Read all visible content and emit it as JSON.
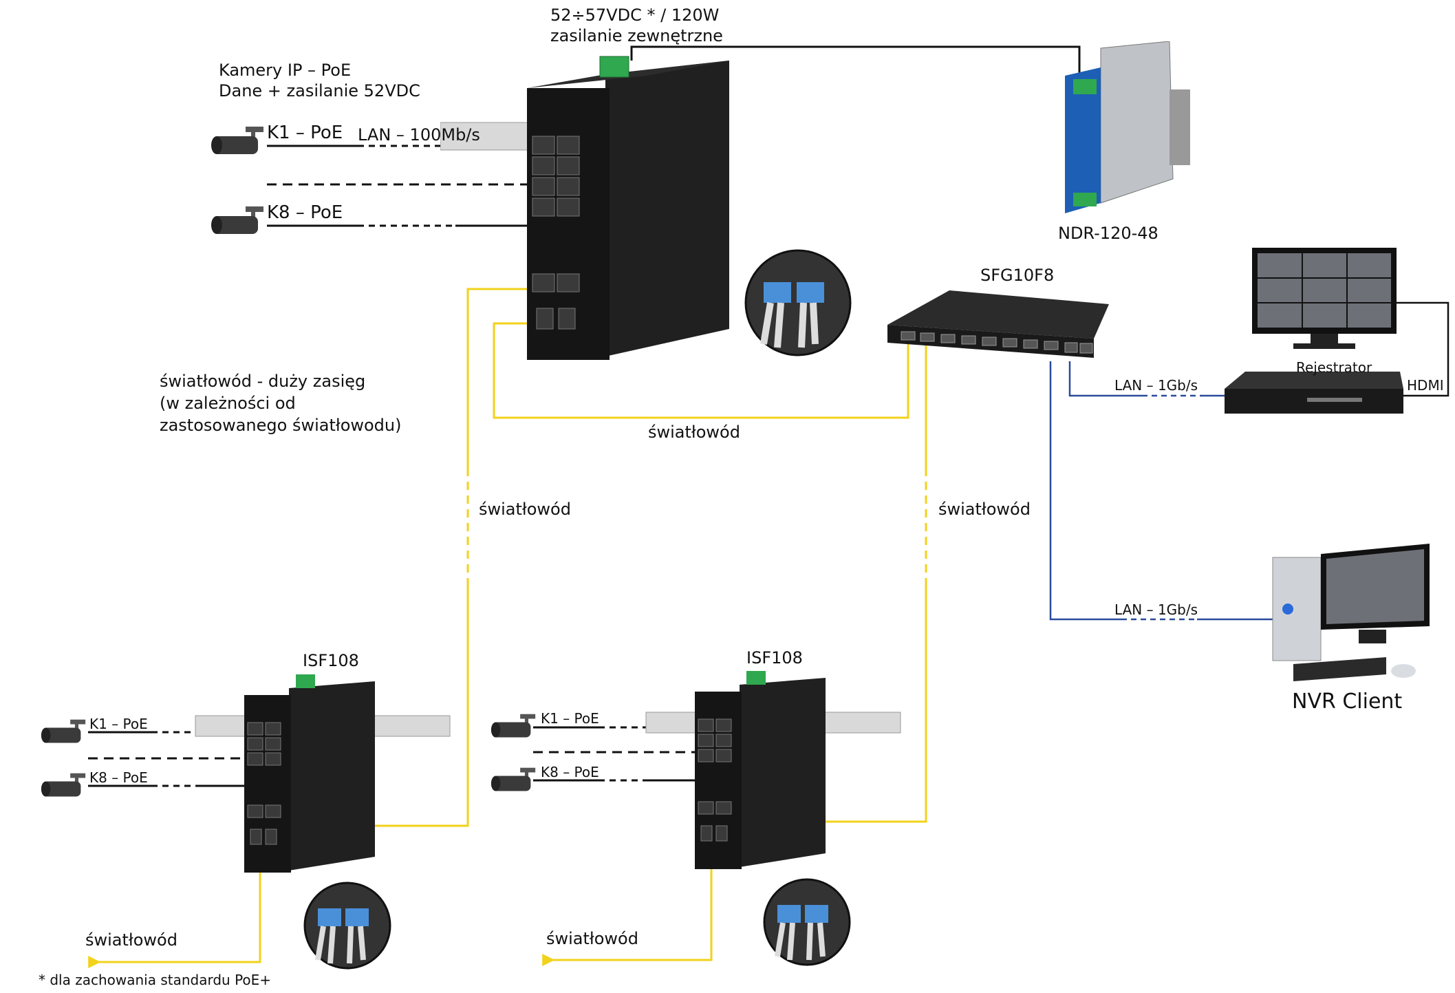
{
  "power": {
    "supply_line1": "52÷57VDC * / 120W",
    "supply_line2": "zasilanie zewnętrzne",
    "psu_model": "NDR-120-48"
  },
  "cameras_info": {
    "line1": "Kamery IP – PoE",
    "line2": "Dane + zasilanie 52VDC"
  },
  "main_switch": {
    "k1_label": "K1 – PoE",
    "k8_label": "K8 – PoE",
    "lan_label": "LAN – 100Mb/s"
  },
  "fiber_note": {
    "line1": "światłowód - duży zasięg",
    "line2": "(w zależności od",
    "line3": "zastosowanego światłowodu)"
  },
  "links": {
    "fiber_center": "światłowód",
    "fiber_left": "światłowód",
    "fiber_right": "światłowód",
    "fiber_out_left": "światłowód",
    "fiber_out_right": "światłowód",
    "lan_recorder": "LAN – 1Gb/s",
    "lan_client": "LAN – 1Gb/s",
    "hdmi": "HDMI"
  },
  "aggregator": {
    "model": "SFG10F8"
  },
  "recorder": {
    "label": "Rejestrator"
  },
  "client": {
    "label": "NVR Client"
  },
  "isf_left": {
    "model": "ISF108",
    "k1_label": "K1 – PoE",
    "k8_label": "K8 – PoE"
  },
  "isf_right": {
    "model": "ISF108",
    "k1_label": "K1 – PoE",
    "k8_label": "K8 – PoE"
  },
  "footnote": "* dla zachowania standardu PoE+",
  "colors": {
    "fiber": "#f2d21a",
    "lan": "#2a4a9a",
    "device": "#1a1a1a",
    "psu_blue": "#1d5fb4"
  }
}
